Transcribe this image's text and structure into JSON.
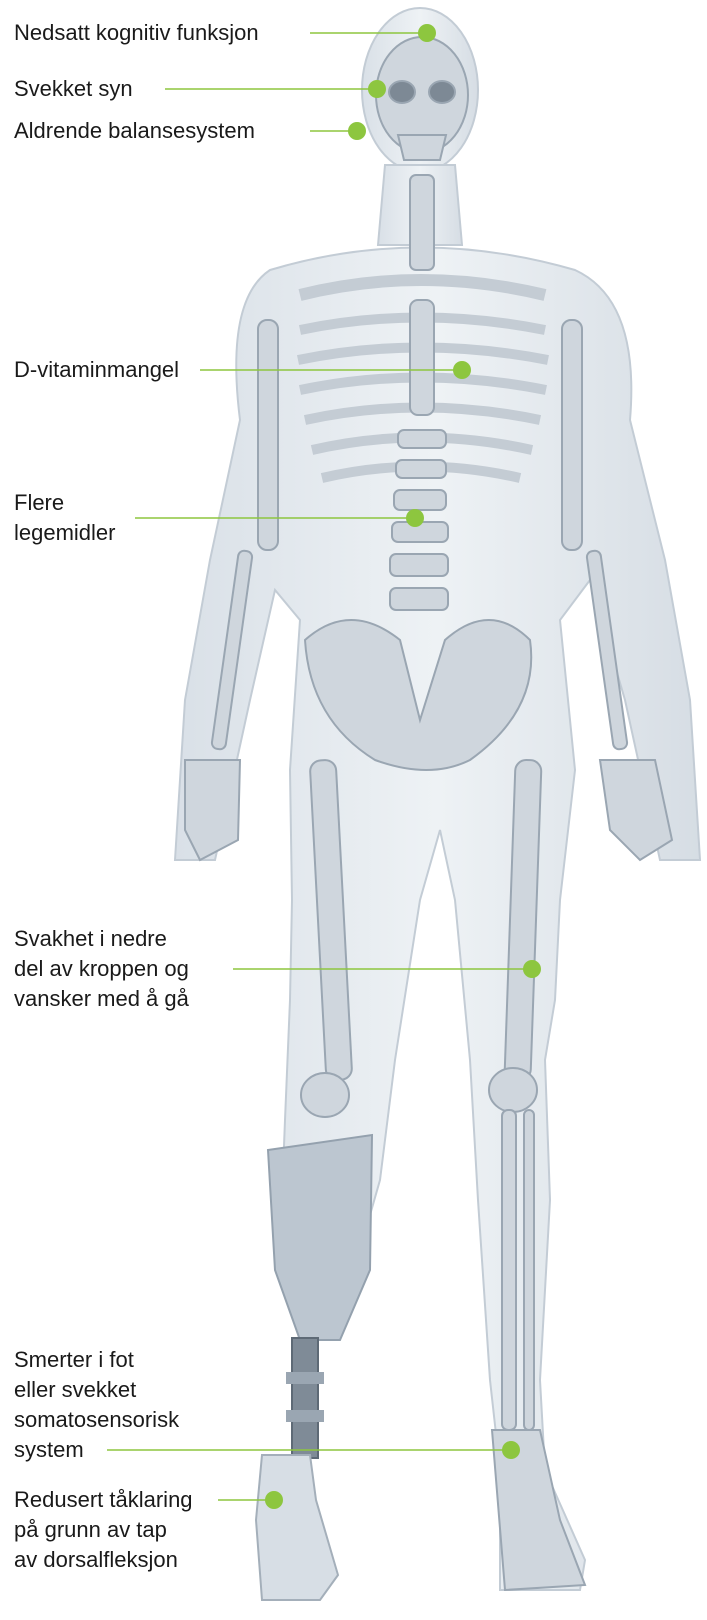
{
  "labels": {
    "cognitive": "Nedsatt kognitiv funksjon",
    "vision": "Svekket syn",
    "balance": "Aldrende balansesystem",
    "vitamin_d": "D-vitaminmangel",
    "medications": "Flere\nlegemidler",
    "lower_body": "Svakhet i nedre\ndel av kroppen og\nvansker med å gå",
    "foot_pain": "Smerter i fot\neller svekket\nsomatosensorisk\nsystem",
    "toe_clearance": "Redusert tåklaring\npå grunn av tap\nav dorsalfleksjon"
  },
  "colors": {
    "marker": "#8dc63f",
    "leader": "#8dc63f",
    "text": "#1a1a1a",
    "body_fill": "#e4e9ee",
    "bone_fill": "#cfd6dd",
    "bone_stroke": "#9aa6b2",
    "prosthesis": "#b9c3cd"
  }
}
